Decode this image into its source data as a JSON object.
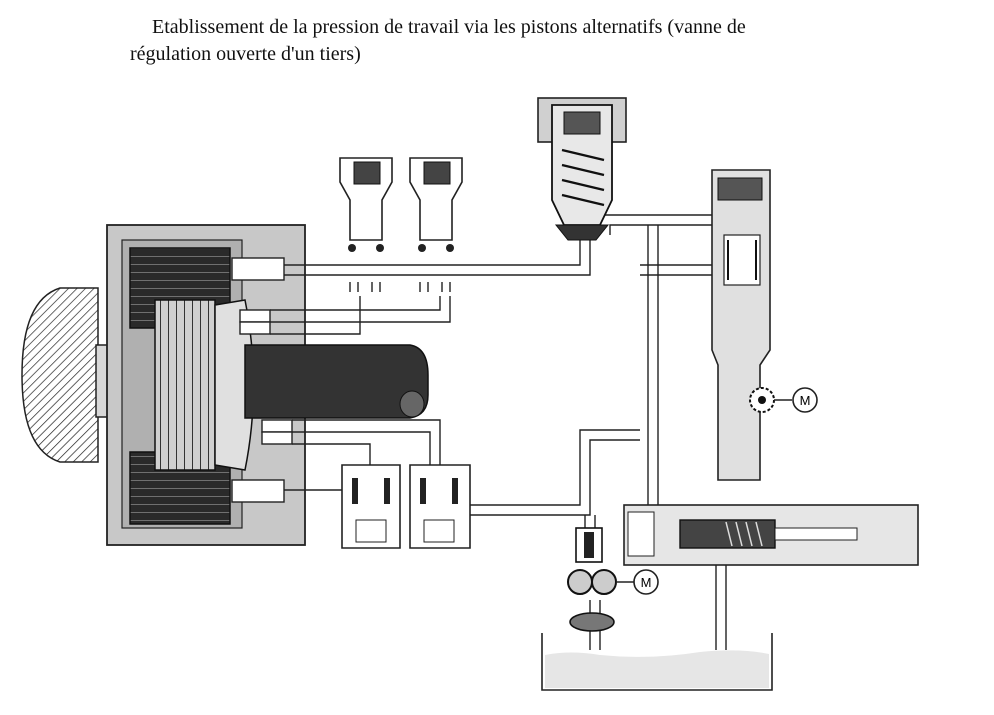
{
  "title": {
    "line1": "Etablissement de la pression de travail via les pistons alternatifs (vanne de",
    "line2": "régulation ouverte d'un tiers)"
  },
  "labels": {
    "motor_right": "M",
    "motor_bottom": "M"
  },
  "colors": {
    "ink": "#1a1a1a",
    "housing": "#c8c8c8",
    "dark": "#3a3a3a",
    "oil": "#e6e6e6"
  }
}
